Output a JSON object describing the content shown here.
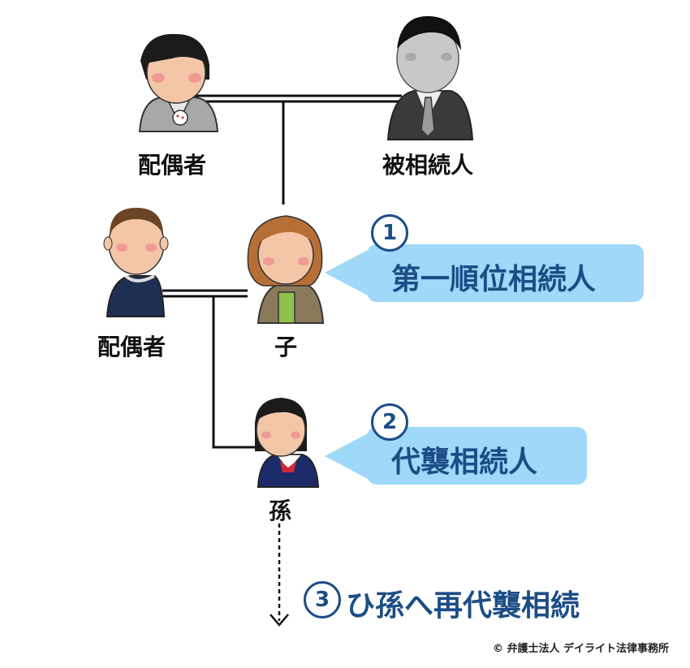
{
  "people": {
    "spouse_top": "配偶者",
    "decedent": "被相続人",
    "spouse_child": "配偶者",
    "child": "子",
    "grandchild": "孫"
  },
  "callouts": {
    "first": {
      "num": "1",
      "label": "第一順位相続人"
    },
    "second": {
      "num": "2",
      "label": "代襲相続人"
    },
    "third": {
      "num": "3",
      "label": "ひ孫へ再代襲相続"
    }
  },
  "footer": {
    "copyright": "© 弁護士法人 デイライト法律事務所"
  },
  "colors": {
    "callout_bg": "#9fd8f8",
    "callout_text": "#1c4d86",
    "line": "#111111"
  }
}
